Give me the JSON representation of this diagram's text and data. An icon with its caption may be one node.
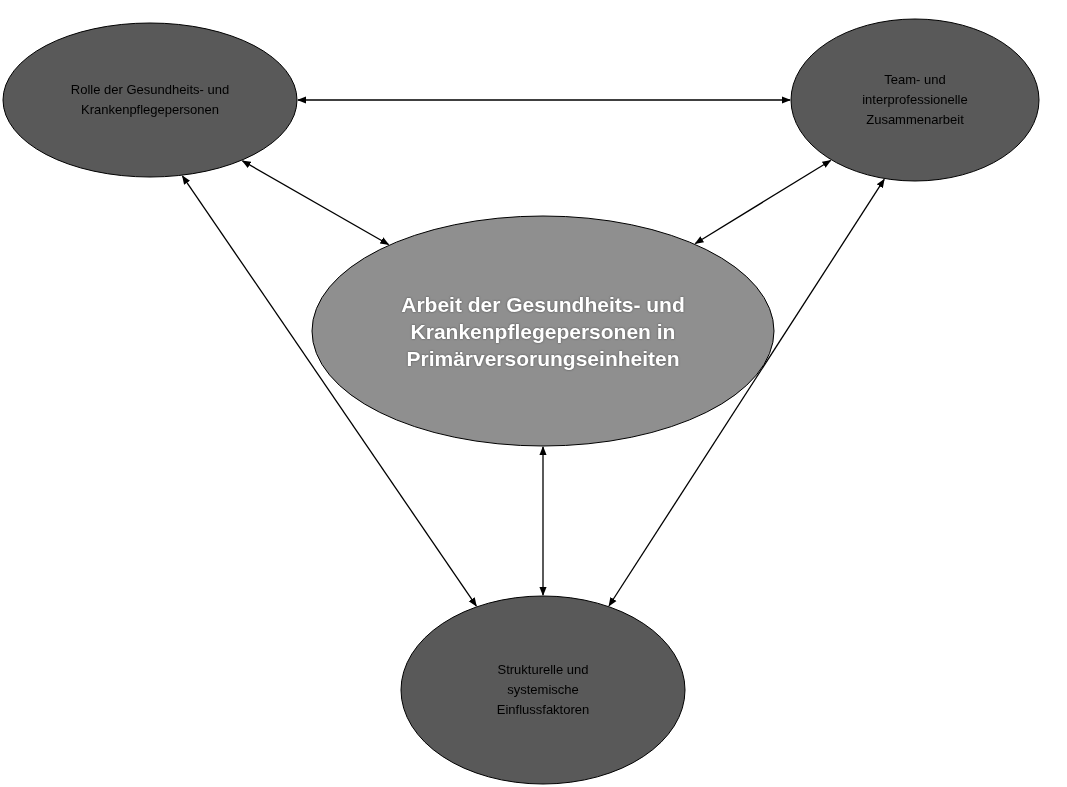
{
  "diagram": {
    "nodes": [
      {
        "text": [
          "Rolle der Gesundheits- und Krankenpflegepersonen"
        ]
      },
      {
        "text": [
          "Team- und interprofessionelle Zusammenarbeit"
        ]
      },
      {
        "text": [
          "Arbeit der Gesundheits- und Krankenpflegepersonen in Primärversorungseinheiten"
        ]
      },
      {
        "text": [
          "Strukturelle und systemische Einflussfaktoren"
        ]
      }
    ],
    "edges": [
      {
        "from": 0,
        "to": 1,
        "arrow": "both"
      },
      {
        "from": 0,
        "to": 2,
        "arrow": "both"
      },
      {
        "from": 1,
        "to": 2,
        "arrow": "both"
      },
      {
        "from": 2,
        "to": 3,
        "arrow": "both"
      },
      {
        "from": 0,
        "to": 3,
        "arrow": "both"
      },
      {
        "from": 1,
        "to": 3,
        "arrow": "both"
      }
    ]
  }
}
